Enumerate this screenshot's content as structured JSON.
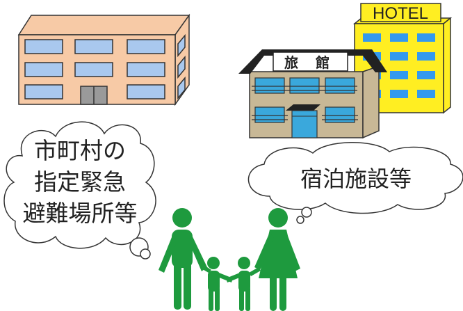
{
  "labels": {
    "hotel_sign": "HOTEL",
    "ryokan_sign_1": "旅",
    "ryokan_sign_2": "館",
    "shelter_line_1": "市町村の",
    "shelter_line_2": "指定緊急",
    "shelter_line_3": "避難場所等",
    "lodging_bubble": "宿泊施設等"
  },
  "colors": {
    "office_wall": "#f7caa6",
    "window_fill": "#a9c8ee",
    "hotel_wall": "#ffee22",
    "hotel_window": "#3399ee",
    "ryokan_wall": "#c8b896",
    "ryokan_roof": "#222222",
    "ryokan_window": "#3aa8dc",
    "people": "#1e9a3e",
    "door_gray": "#9a9a9a"
  },
  "icons": [
    "office-building-icon",
    "hotel-building-icon",
    "ryokan-building-icon",
    "family-icon",
    "thought-bubble-icon"
  ]
}
